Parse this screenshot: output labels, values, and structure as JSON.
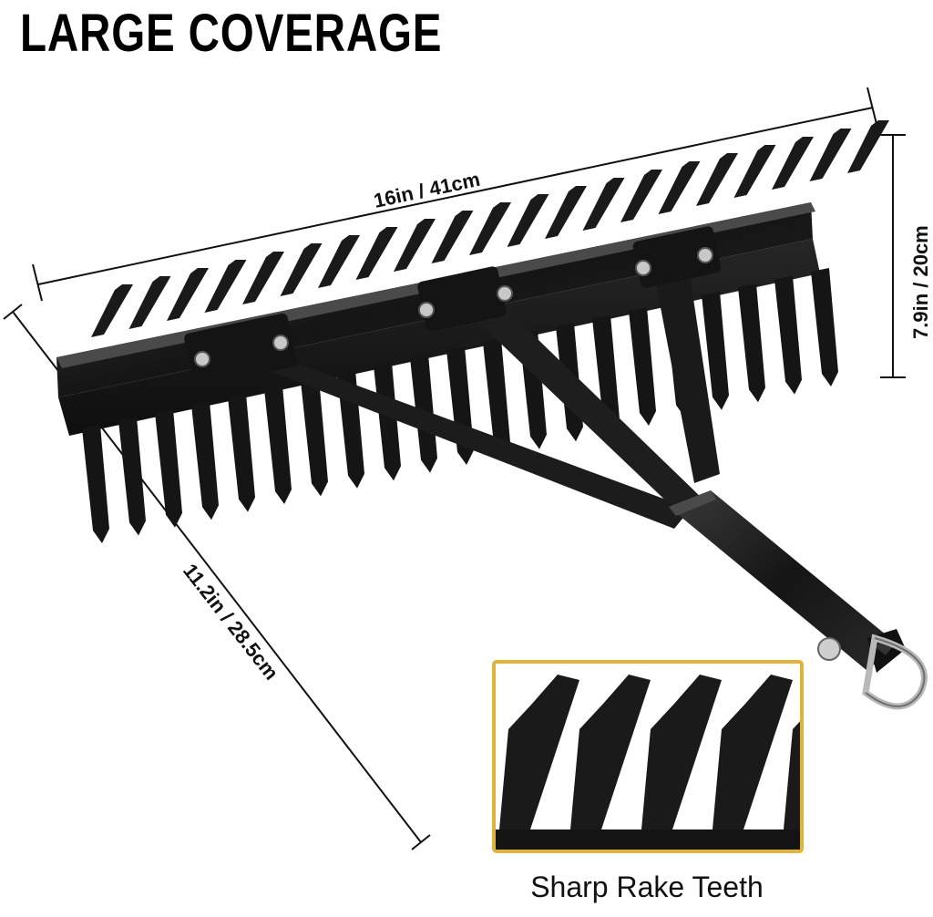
{
  "title": "LARGE COVERAGE",
  "dimensions": {
    "width_label": "16in / 41cm",
    "height_label": "7.9in / 20cm",
    "depth_label": "11.2in / 28.5cm"
  },
  "inset": {
    "caption": "Sharp Rake Teeth",
    "frame_color": "#e0b43a"
  },
  "colors": {
    "metal": "#1c1c1c",
    "highlight": "#4a4a4a"
  }
}
